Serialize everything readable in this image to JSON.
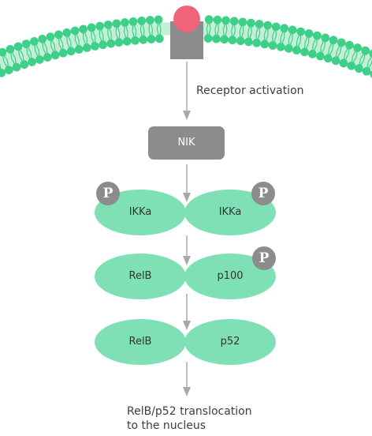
{
  "colors": {
    "membrane": "#3ecf88",
    "membrane_band": "#c2f0d6",
    "receptor": "#8c8c8c",
    "ligand": "#f0647a",
    "nik_box": "#8c8c8c",
    "ellipse": "#7fe0b6",
    "phospho": "#8c8c8c",
    "arrow": "#a8a8a8",
    "text": "#3d3d3d"
  },
  "labels": {
    "receptor_activation": "Receptor activation",
    "nik": "NIK",
    "ikka_left": "IKKa",
    "ikka_right": "IKKa",
    "relb_1": "RelB",
    "p100": "p100",
    "relb_2": "RelB",
    "p52": "p52",
    "translocation_line1": "RelB/p52 translocation",
    "translocation_line2": "to the nucleus",
    "phospho": "P"
  }
}
